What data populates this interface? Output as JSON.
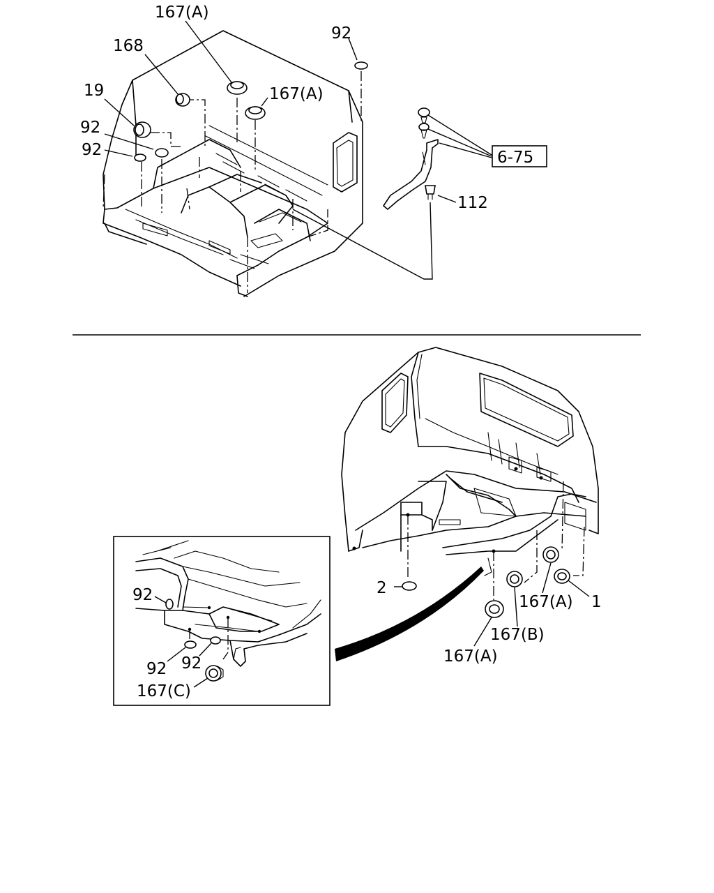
{
  "labels": {
    "top_167a_1": "167(A)",
    "top_168": "168",
    "top_19": "19",
    "top_92_a": "92",
    "top_92_b": "92",
    "top_92_c": "92",
    "top_167a_2": "167(A)",
    "top_675": "6-75",
    "top_112": "112",
    "bot_2": "2",
    "bot_167a_1": "167(A)",
    "bot_1": "1",
    "bot_167b": "167(B)",
    "bot_167a_2": "167(A)",
    "inset_92_a": "92",
    "inset_92_b": "92",
    "inset_92_c": "92",
    "inset_167c": "167(C)"
  }
}
